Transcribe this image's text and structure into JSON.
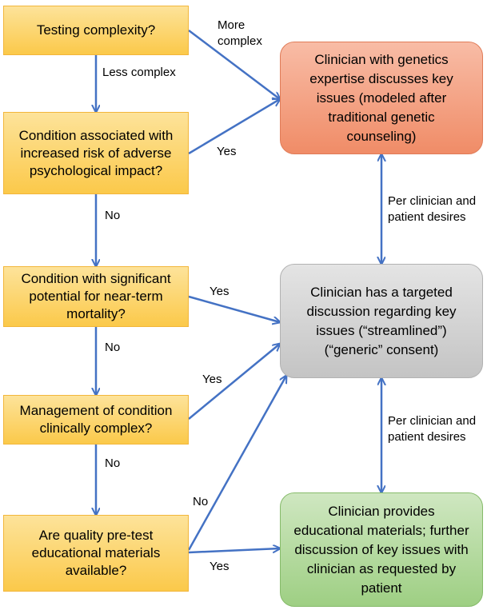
{
  "questions": {
    "q1": "Testing complexity?",
    "q2": "Condition associated with increased risk of adverse psychological impact?",
    "q3": "Condition with significant potential for near-term mortality?",
    "q4": "Management of condition clinically complex?",
    "q5": "Are quality pre-test educational materials available?"
  },
  "outcomes": {
    "genetics": "Clinician with genetics expertise discusses key issues (modeled after traditional genetic counseling)",
    "targeted": "Clinician has a targeted discussion regarding key issues (“streamlined”) (“generic” consent)",
    "educational": "Clinician provides educational materials; further discussion of key issues with clinician as requested by patient"
  },
  "edge_labels": {
    "q1_more": "More complex",
    "q1_less": "Less complex",
    "q2_yes": "Yes",
    "q2_no": "No",
    "q3_yes": "Yes",
    "q3_no": "No",
    "q4_yes": "Yes",
    "q4_no": "No",
    "q5_no": "No",
    "q5_yes": "Yes",
    "link_top": "Per clinician and patient desires",
    "link_bottom": "Per clinician and patient desires"
  },
  "colors": {
    "question_fill": "#fbc94a",
    "genetics_fill": "#f08c67",
    "targeted_fill": "#c4c4c4",
    "educational_fill": "#9ecf83",
    "arrow": "#4472c4"
  }
}
